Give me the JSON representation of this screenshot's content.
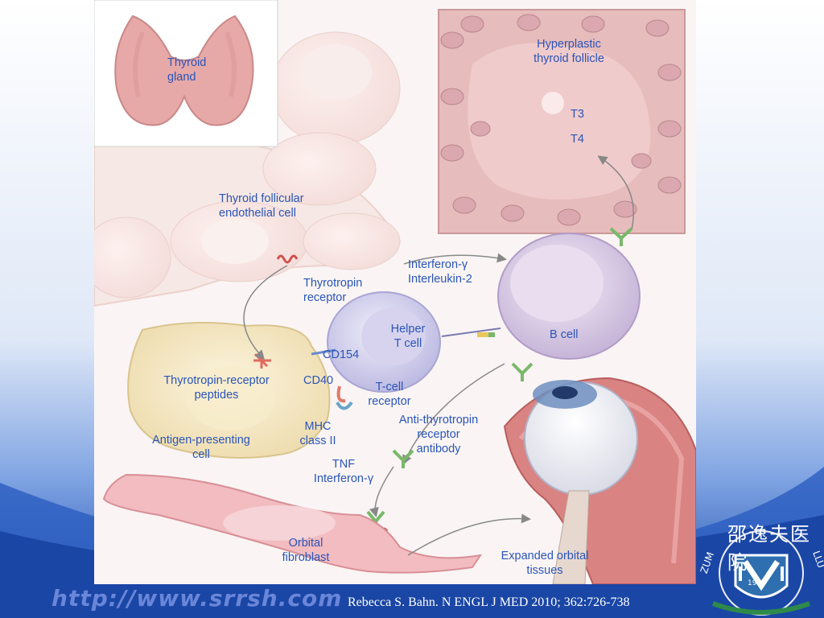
{
  "labels": {
    "thyroid_gland": "Thyroid\ngland",
    "hyperplastic_follicle": "Hyperplastic\nthyroid follicle",
    "t3": "T3",
    "t4": "T4",
    "follicular_cell": "Thyroid follicular\nendothelial cell",
    "interferon_interleukin": "Interferon-γ\nInterleukin-2",
    "thyrotropin_receptor": "Thyrotropin\nreceptor",
    "helper_t_cell": "Helper\nT cell",
    "b_cell": "B cell",
    "cd154": "CD154",
    "cd40": "CD40",
    "receptor_peptides": "Thyrotropin-receptor\npeptides",
    "t_cell_receptor": "T-cell\nreceptor",
    "antibody": "Anti-thyrotropin\nreceptor\nantibody",
    "mhc": "MHC\nclass II",
    "apc": "Antigen-presenting\ncell",
    "tnf_interferon": "TNF\nInterferon-γ",
    "orbital_fibroblast": "Orbital\nfibroblast",
    "expanded_tissues": "Expanded orbital\ntissues"
  },
  "footer": {
    "url": "http://www.srrsh.com",
    "citation": "Rebecca S. Bahn. N ENGL J MED 2010; 362:726-738"
  },
  "logo": {
    "title": "邵逸夫医院",
    "side_left": "ZUM",
    "side_right": "LLU",
    "year": "1994"
  },
  "colors": {
    "label_text": "#2a55b8",
    "background_blue": "#1d4fb3",
    "background_light": "#8fb0e6"
  }
}
